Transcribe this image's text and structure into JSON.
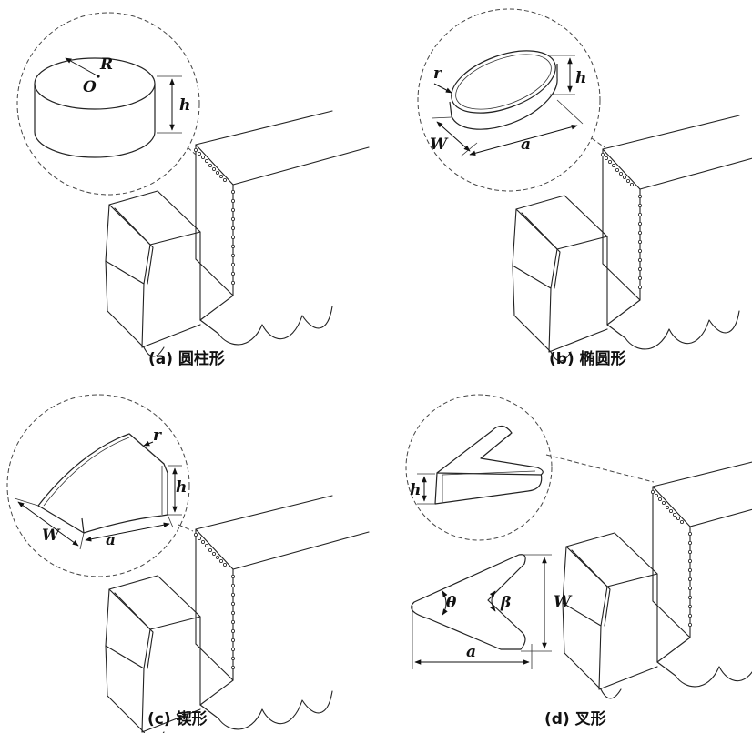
{
  "panels": [
    {
      "caption": "(a) 圆柱形",
      "symbols": [
        "R",
        "O",
        "h"
      ]
    },
    {
      "caption": "(b) 椭圆形",
      "symbols": [
        "r",
        "h",
        "W",
        "a"
      ]
    },
    {
      "caption": "(c) 锲形",
      "symbols": [
        "r",
        "h",
        "W",
        "a"
      ]
    },
    {
      "caption": "(d) 叉形",
      "symbols": [
        "h",
        "θ",
        "β",
        "W",
        "a"
      ]
    }
  ]
}
